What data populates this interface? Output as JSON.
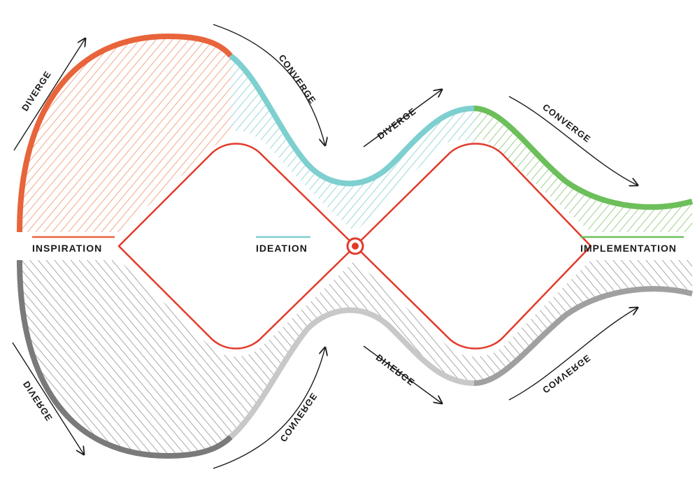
{
  "phases": {
    "inspiration": {
      "label": "INSPIRATION",
      "color": "#e8643a"
    },
    "ideation": {
      "label": "IDEATION",
      "color": "#7ecfcf"
    },
    "implementation": {
      "label": "IMPLEMENTATION",
      "color": "#6cbf5a"
    }
  },
  "arrows": {
    "diverge": "DIVERGE",
    "converge": "CONVERGE"
  },
  "colors": {
    "red_line": "#e23a2a",
    "hatch_orange": "#f1a88e",
    "hatch_teal": "#9ad8d8",
    "hatch_green": "#9fcf8e",
    "hatch_gray": "#a9a9a9",
    "curve_gray_dark": "#7a7a7a",
    "curve_gray_light": "#c8c8c8"
  }
}
